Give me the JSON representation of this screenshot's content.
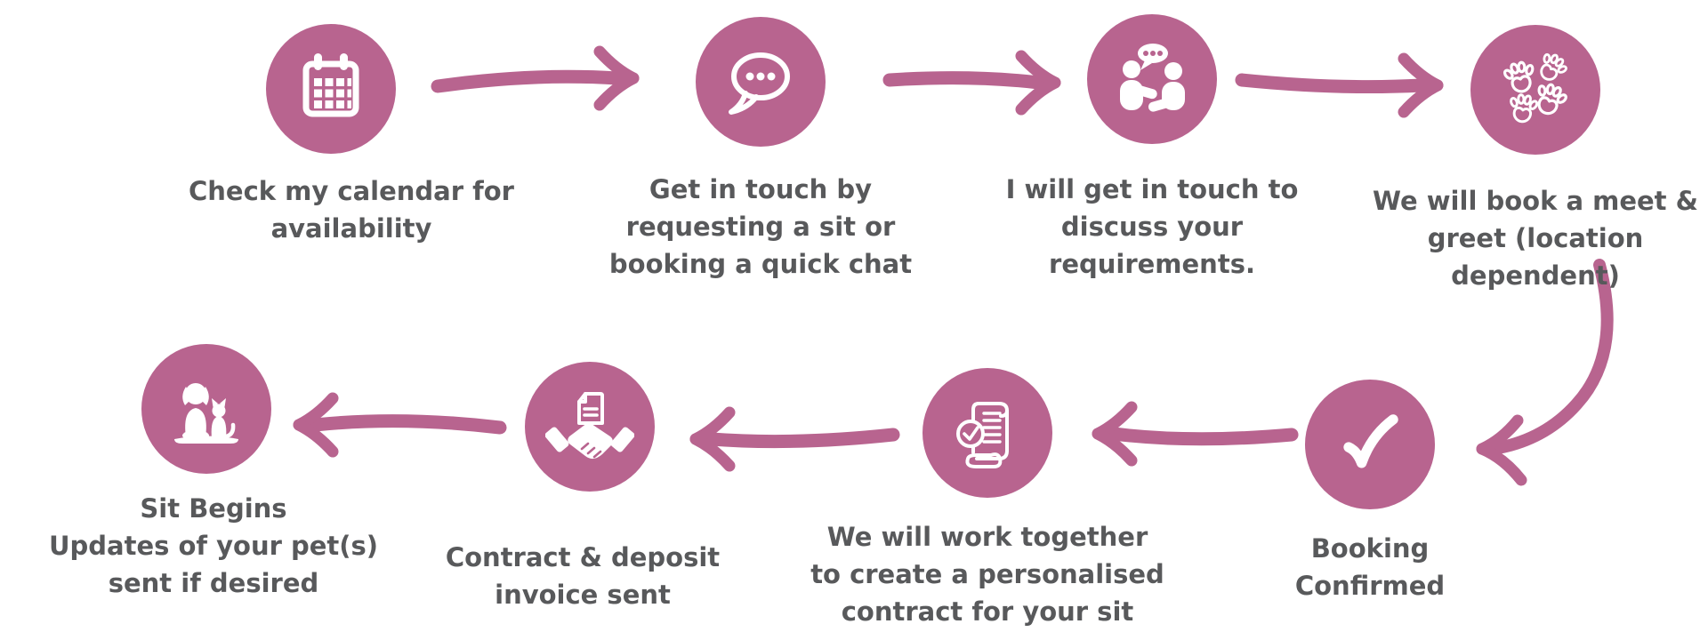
{
  "colors": {
    "accent_pink": "#b8648f",
    "text_gray": "#58595b",
    "icon_foreground": "#ffffff",
    "background": "#ffffff"
  },
  "steps": [
    {
      "id": 1,
      "icon": "calendar-icon",
      "lines": [
        "Check my calendar for",
        "availability"
      ]
    },
    {
      "id": 2,
      "icon": "chat-bubble-icon",
      "lines": [
        "Get in touch by",
        "requesting a sit or",
        "booking a quick chat"
      ]
    },
    {
      "id": 3,
      "icon": "conversation-icon",
      "lines": [
        "I will get in touch to",
        "discuss your",
        "requirements."
      ]
    },
    {
      "id": 4,
      "icon": "paw-prints-icon",
      "lines": [
        "We will book a meet &",
        "greet (location",
        "dependent)"
      ]
    },
    {
      "id": 5,
      "icon": "checkmark-icon",
      "lines": [
        "Booking",
        "Confirmed"
      ]
    },
    {
      "id": 6,
      "icon": "contract-check-icon",
      "lines": [
        "We will work together",
        "to create a personalised",
        "contract for your sit"
      ]
    },
    {
      "id": 7,
      "icon": "handshake-document-icon",
      "lines": [
        "Contract & deposit",
        "invoice sent"
      ]
    },
    {
      "id": 8,
      "icon": "dog-cat-icon",
      "lines": [
        "Sit Begins",
        "Updates of your pet(s)",
        "sent if desired"
      ]
    }
  ],
  "arrows": [
    {
      "from": 1,
      "to": 2,
      "direction": "right"
    },
    {
      "from": 2,
      "to": 3,
      "direction": "right"
    },
    {
      "from": 3,
      "to": 4,
      "direction": "right"
    },
    {
      "from": 4,
      "to": 5,
      "direction": "curved-down-left"
    },
    {
      "from": 5,
      "to": 6,
      "direction": "left"
    },
    {
      "from": 6,
      "to": 7,
      "direction": "left"
    },
    {
      "from": 7,
      "to": 8,
      "direction": "left"
    }
  ]
}
